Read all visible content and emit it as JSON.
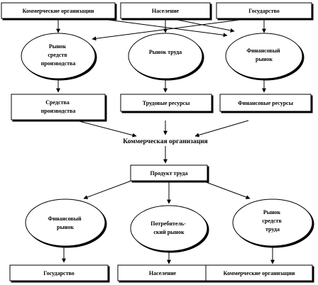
{
  "diagram": {
    "top_row": {
      "commercial": "Коммерческие организации",
      "population": "Население",
      "state": "Государство"
    },
    "top_markets": {
      "means": [
        "Рынок",
        "средств",
        "производства"
      ],
      "labor": [
        "Рынок труда"
      ],
      "financial": [
        "Финансовый",
        "рынок"
      ]
    },
    "resources": {
      "means": [
        "Средства",
        "производства"
      ],
      "labor": [
        "Трудовые ресурсы"
      ],
      "financial": [
        "Финансовые ресурсы"
      ]
    },
    "center": "Коммерческая организация",
    "product": "Продукт труда",
    "bottom_markets": {
      "financial": [
        "Финансовый",
        "рынок"
      ],
      "consumer": [
        "Потребитель-",
        "ский рынок"
      ],
      "means": [
        "Рынок",
        "средств",
        "труда"
      ]
    },
    "bottom_row": {
      "state": "Государство",
      "population": "Население",
      "commercial": "Коммерческие организации"
    }
  }
}
